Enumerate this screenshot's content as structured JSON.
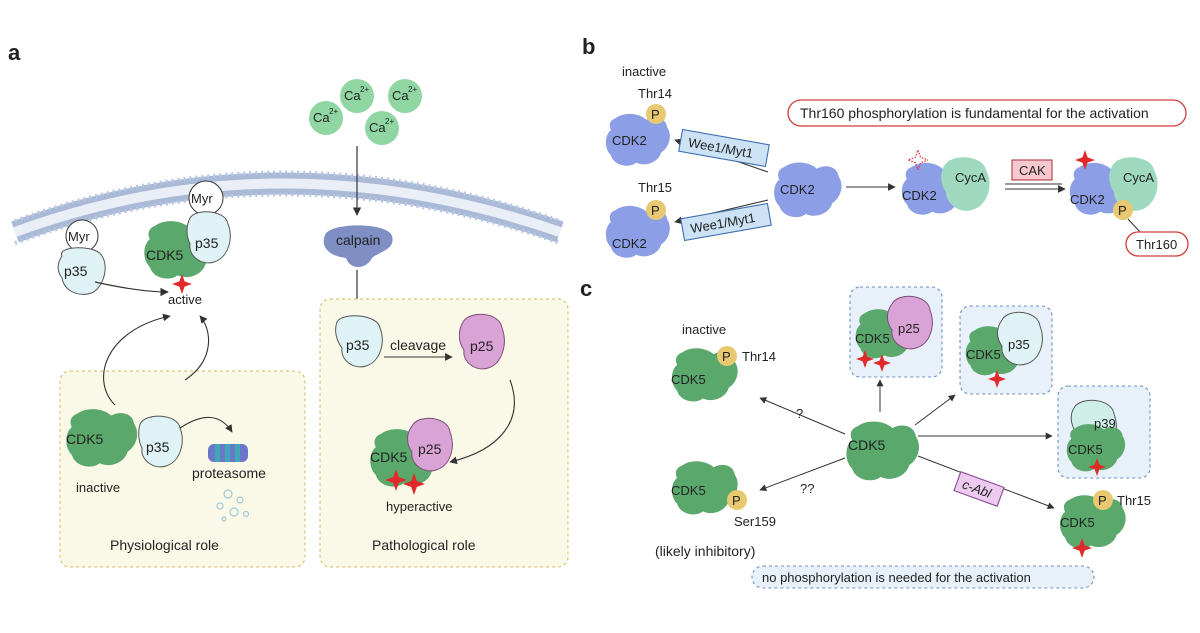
{
  "panels": {
    "a": "a",
    "b": "b",
    "c": "c"
  },
  "colors": {
    "cdk5": "#5aa86b",
    "cdk2": "#8c9ee6",
    "p35": "#dff3f6",
    "p25": "#d9a3d6",
    "p39": "#cfeee8",
    "cycA": "#9ed9c0",
    "phospho": "#e8c871",
    "star": "#e02a2a",
    "calpain": "#7f8fc4",
    "box_fill": "#faf8e6",
    "box_border": "#d9c77a",
    "dash_box_fill": "#e8f1f9",
    "dash_box_border": "#6f8fc0",
    "red_outline": "#d33a3a",
    "kinase_box": "#cde3f5",
    "cak_box": "#f7c9cf",
    "cabl_box": "#edcaf0"
  },
  "panel_a": {
    "calcium": [
      "Ca",
      "Ca",
      "Ca",
      "Ca"
    ],
    "calcium_charge": "2+",
    "myr": "Myr",
    "p35": "p35",
    "cdk5": "CDK5",
    "active": "active",
    "calpain": "calpain",
    "cleavage": "cleavage",
    "p25": "p25",
    "inactive": "inactive",
    "proteasome": "proteasome",
    "hyperactive": "hyperactive",
    "physiological_role": "Physiological role",
    "pathological_role": "Pathological role"
  },
  "panel_b": {
    "inactive": "inactive",
    "thr14": "Thr14",
    "thr15": "Thr15",
    "p": "P",
    "cdk2": "CDK2",
    "kinase": "Wee1/Myt1",
    "cyca": "CycA",
    "cak": "CAK",
    "thr160": "Thr160",
    "note": "Thr160 phosphorylation is fundamental for the activation"
  },
  "panel_c": {
    "inactive": "inactive",
    "cdk5": "CDK5",
    "thr14": "Thr14",
    "thr15": "Thr15",
    "ser159": "Ser159",
    "p": "P",
    "q1": "?",
    "q2": "??",
    "likely_inhibitory": "(likely inhibitory)",
    "p25": "p25",
    "p35": "p35",
    "p39": "p39",
    "cabl": "c-Abl",
    "note": "no phosphorylation is needed for the activation"
  }
}
